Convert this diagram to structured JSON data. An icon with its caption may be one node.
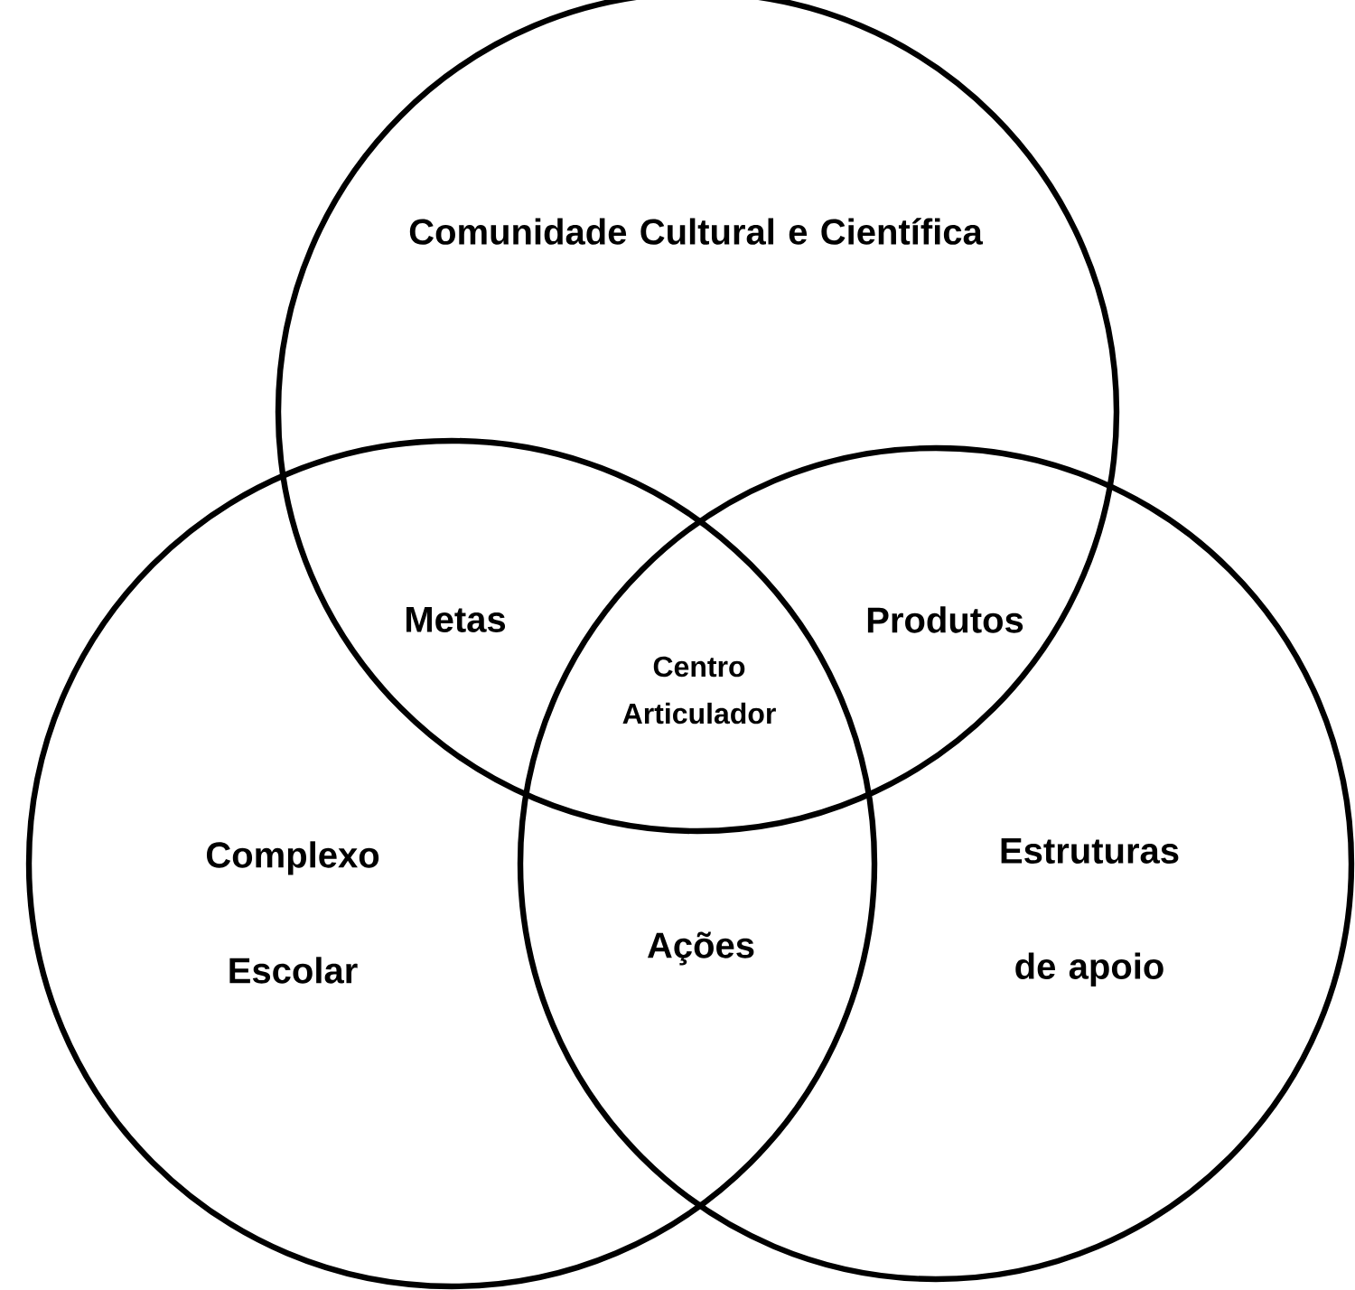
{
  "diagram": {
    "nodes": [
      {
        "text": [
          "Comunidade Cultural e Científica"
        ]
      },
      {
        "text": [
          "Complexo Escolar"
        ]
      },
      {
        "text": [
          "Estruturas de apoio"
        ]
      }
    ],
    "labels": [
      "Metas",
      "Produtos",
      "Centro Articulador",
      "Ações"
    ]
  }
}
